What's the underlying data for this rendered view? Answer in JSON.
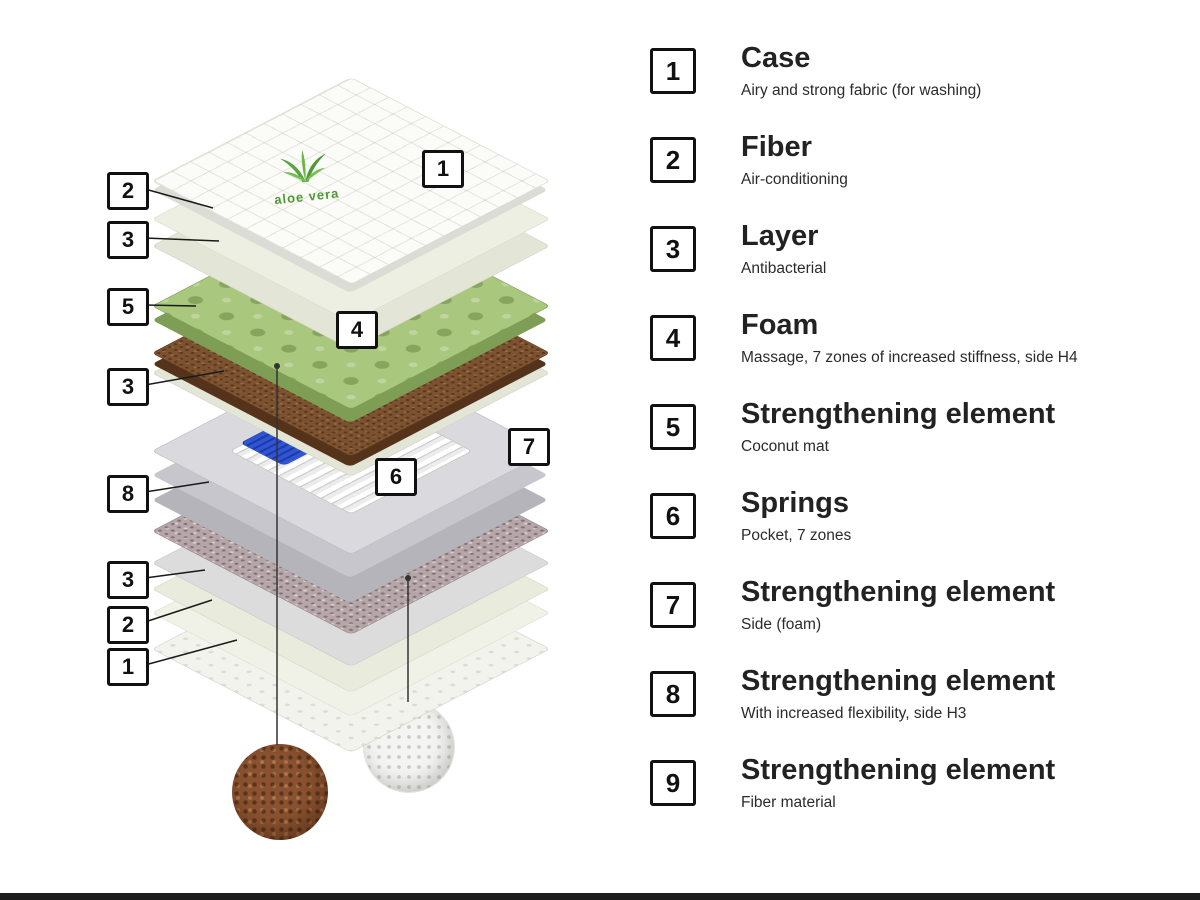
{
  "diagram": {
    "aloe_text": "aloe vera",
    "left_labels": [
      "2",
      "3",
      "5",
      "3",
      "8",
      "3",
      "2",
      "1"
    ],
    "overlay_labels": {
      "case": "1",
      "foam": "4",
      "springs": "6",
      "side": "7"
    },
    "colors": {
      "foam_green": "#a9c77d",
      "coconut_brown": "#7d5230",
      "springs_blue": "#2f55d4",
      "felt_pink": "#b5a6a8"
    }
  },
  "legend": {
    "items": [
      {
        "num": "1",
        "title": "Case",
        "desc": "Airy and strong fabric (for washing)"
      },
      {
        "num": "2",
        "title": "Fiber",
        "desc": "Air-conditioning"
      },
      {
        "num": "3",
        "title": "Layer",
        "desc": "Antibacterial"
      },
      {
        "num": "4",
        "title": "Foam",
        "desc": "Massage, 7 zones of increased stiffness, side H4"
      },
      {
        "num": "5",
        "title": "Strengthening element",
        "desc": "Coconut mat"
      },
      {
        "num": "6",
        "title": "Springs",
        "desc": "Pocket, 7 zones"
      },
      {
        "num": "7",
        "title": "Strengthening element",
        "desc": "Side (foam)"
      },
      {
        "num": "8",
        "title": "Strengthening element",
        "desc": "With increased flexibility, side H3"
      },
      {
        "num": "9",
        "title": "Strengthening element",
        "desc": "Fiber material"
      }
    ]
  }
}
